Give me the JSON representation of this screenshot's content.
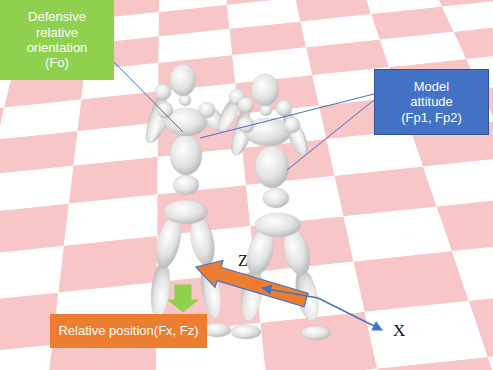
{
  "diagram": {
    "nodes": [
      {
        "text": [
          "Defensive relative orientation (Fo)"
        ]
      },
      {
        "text": [
          "Model attitude (Fp1, Fp2)"
        ]
      },
      {
        "text": [
          "Relative position(Fx, Fz)"
        ]
      }
    ],
    "labels": [
      "Z",
      "X"
    ]
  }
}
